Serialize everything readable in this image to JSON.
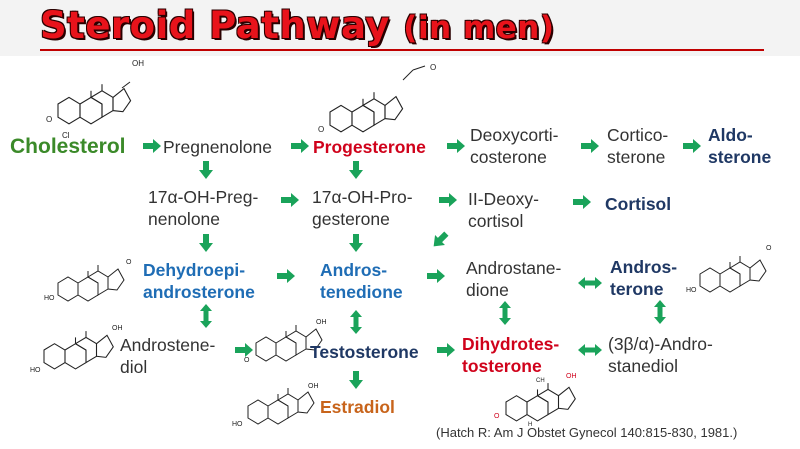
{
  "title": {
    "main": "Steroid Pathway",
    "sub": "(in men)"
  },
  "nodes": {
    "cholesterol": "Cholesterol",
    "pregnenolone": "Pregnenolone",
    "progesterone": "Progesterone",
    "deoxycorticosterone": [
      "Deoxycorti-",
      "costerone"
    ],
    "corticosterone": [
      "Cortico-",
      "sterone"
    ],
    "aldosterone": [
      "Aldo-",
      "sterone"
    ],
    "oh_pregnenolone": [
      "17α-OH-Preg-",
      "nenolone"
    ],
    "oh_progesterone": [
      "17α-OH-Pro-",
      "gesterone"
    ],
    "deoxycortisol": [
      "II-Deoxy-",
      "cortisol"
    ],
    "cortisol": "Cortisol",
    "dhea": [
      "Dehydroepi-",
      "androsterone"
    ],
    "androstenedione": [
      "Andros-",
      "tenedione"
    ],
    "androstanedione": [
      "Androstane-",
      "dione"
    ],
    "androsterone": [
      "Andros-",
      "terone"
    ],
    "androstenediol": [
      "Androstene-",
      "diol"
    ],
    "testosterone": "Testosterone",
    "dht": [
      "Dihydrotes-",
      "tosterone"
    ],
    "androstanediol": [
      "(3β/α)-Andro-",
      "stanediol"
    ],
    "estradiol": "Estradiol"
  },
  "structure_labels": {
    "oh": "OH",
    "o": "O",
    "cl": "Cl",
    "ch3": "CH",
    "h": "H",
    "ho": "HO"
  },
  "citation": "(Hatch R: Am J Obstet Gynecol 140:815-830, 1981.)",
  "colors": {
    "title": "#e8131b",
    "arrow": "#1aa35a",
    "green": "#3b8a29",
    "red": "#d0021b",
    "blue": "#1f6db5",
    "navy": "#1f3864",
    "orange": "#c8641b"
  }
}
